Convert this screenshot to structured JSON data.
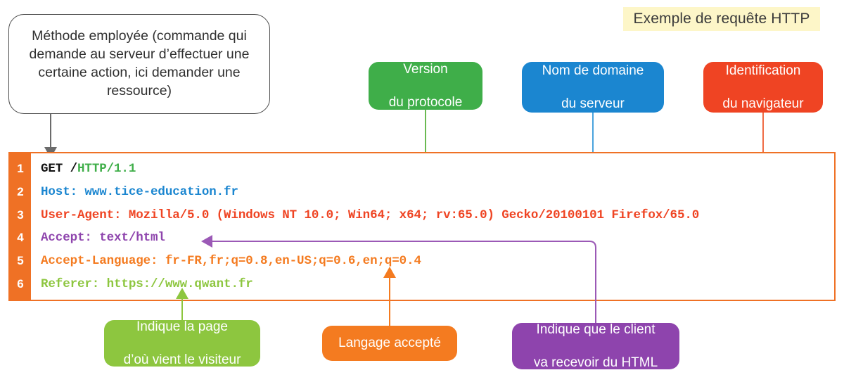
{
  "title_banner": {
    "text": "Exemple de requête HTTP",
    "bg_color": "#fdf6c8",
    "text_color": "#3b3b3b"
  },
  "bubble": {
    "text": "Méthode employée (commande qui demande au serveur d’effectuer une certaine action, ici demander une ressource)",
    "border_color": "#4a4a4a"
  },
  "callouts": [
    {
      "id": "version",
      "line1": "Version",
      "line2": "du protocole",
      "color": "#3fae49",
      "target_line": 1
    },
    {
      "id": "domain",
      "line1": "Nom de domaine",
      "line2": "du serveur",
      "color": "#1b86d0",
      "target_line": 2
    },
    {
      "id": "browser",
      "line1": "Identification",
      "line2": "du navigateur",
      "color": "#ef4423",
      "target_line": 3
    },
    {
      "id": "referer",
      "line1": "Indique la page",
      "line2": "d’où vient le visiteur",
      "color": "#8dc63f",
      "target_line": 6
    },
    {
      "id": "langue",
      "line1": "Langage accepté",
      "line2": "",
      "color": "#f47b20",
      "target_line": 5
    },
    {
      "id": "accept",
      "line1": "Indique que le client",
      "line2": "va recevoir du HTML",
      "color": "#8e44ad",
      "target_line": 4
    }
  ],
  "code_block": {
    "frame_color": "#ef7125",
    "gutter_color": "#ef7125",
    "gutter_text_color": "#ffffff",
    "lines": [
      {
        "num": "1",
        "color": "#3fae49",
        "segments": [
          {
            "text": "GET ",
            "color": "#111111"
          },
          {
            "text": "/",
            "color": "#111111"
          },
          {
            "text": "HTTP/1.1",
            "color": "#3fae49"
          }
        ],
        "full_text": "GET /HTTP/1.1"
      },
      {
        "num": "2",
        "color": "#1b86d0",
        "segments": [
          {
            "text": "Host: www.tice-education.fr",
            "color": "#1b86d0"
          }
        ],
        "full_text": "Host: www.tice-education.fr"
      },
      {
        "num": "3",
        "color": "#ef4423",
        "segments": [
          {
            "text": "User-Agent: Mozilla/5.0 (Windows NT 10.0; Win64; x64; rv:65.0) Gecko/20100101 Firefox/65.0",
            "color": "#ef4423"
          }
        ],
        "full_text": "User-Agent: Mozilla/5.0 (Windows NT 10.0; Win64; x64; rv:65.0) Gecko/20100101 Firefox/65.0"
      },
      {
        "num": "4",
        "color": "#8e44ad",
        "segments": [
          {
            "text": "Accept: text/html",
            "color": "#8e44ad"
          }
        ],
        "full_text": "Accept: text/html"
      },
      {
        "num": "5",
        "color": "#f47b20",
        "segments": [
          {
            "text": "Accept-Language: fr-FR,fr;q=0.8,en-US;q=0.6,en;q=0.4",
            "color": "#f47b20"
          }
        ],
        "full_text": "Accept-Language: fr-FR,fr;q=0.8,en-US;q=0.6,en;q=0.4"
      },
      {
        "num": "6",
        "color": "#8dc63f",
        "segments": [
          {
            "text": "Referer: https://www.qwant.fr",
            "color": "#8dc63f"
          }
        ],
        "full_text": "Referer: https://www.qwant.fr"
      }
    ]
  },
  "connectors": [
    {
      "id": "bubble-to-get",
      "color": "#6b6b6b",
      "from": "bubble",
      "to": "line-1-method"
    },
    {
      "id": "version-to-line1",
      "color": "#6aba52",
      "from": "version",
      "to": "line-1-protocol"
    },
    {
      "id": "domain-to-line2",
      "color": "#4aa3dd",
      "from": "domain",
      "to": "line-2-host"
    },
    {
      "id": "browser-to-line3",
      "color": "#ef6b45",
      "from": "browser",
      "to": "line-3-firefox"
    },
    {
      "id": "accept-to-line4",
      "color": "#9b59b6",
      "from": "accept",
      "to": "line-4-accept"
    },
    {
      "id": "langue-to-line5",
      "color": "#f47b20",
      "from": "langue",
      "to": "line-5-language"
    },
    {
      "id": "referer-to-line6",
      "color": "#8dc63f",
      "from": "referer",
      "to": "line-6-url"
    }
  ]
}
